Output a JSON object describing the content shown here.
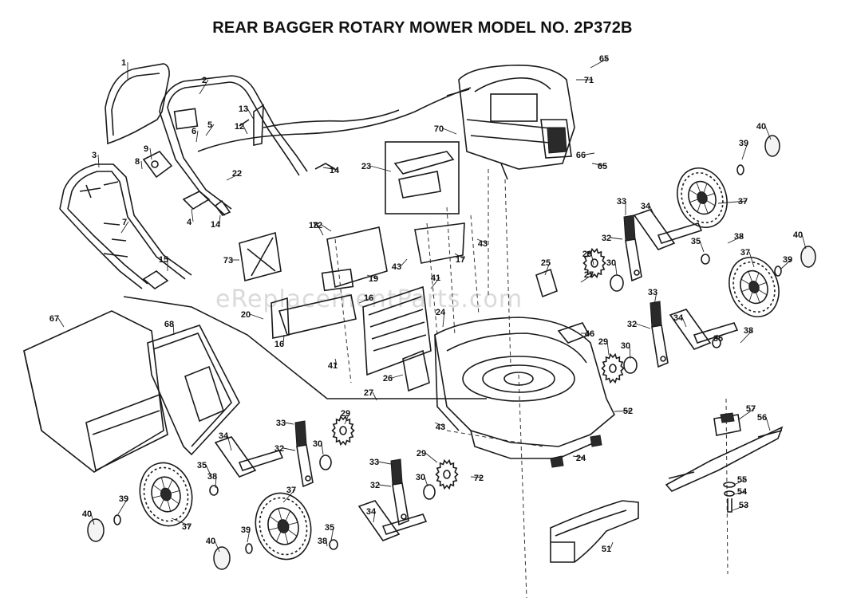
{
  "title": "REAR BAGGER ROTARY MOWER MODEL NO. 2P372B",
  "watermark": "eReplacementParts.com",
  "callouts": [
    "1",
    "2",
    "3",
    "4",
    "5",
    "6",
    "7",
    "8",
    "9",
    "12",
    "13",
    "14",
    "14",
    "15",
    "16",
    "16",
    "17",
    "18",
    "19",
    "20",
    "22",
    "23",
    "24",
    "24",
    "25",
    "26",
    "27",
    "27",
    "29",
    "29",
    "29",
    "29",
    "30",
    "30",
    "30",
    "30",
    "32",
    "32",
    "32",
    "32",
    "33",
    "33",
    "33",
    "33",
    "34",
    "34",
    "34",
    "34",
    "35",
    "35",
    "35",
    "35",
    "37",
    "37",
    "37",
    "37",
    "38",
    "38",
    "38",
    "38",
    "39",
    "39",
    "39",
    "39",
    "40",
    "40",
    "40",
    "40",
    "41",
    "41",
    "43",
    "43",
    "43",
    "46",
    "51",
    "52",
    "53",
    "54",
    "55",
    "56",
    "57",
    "65",
    "65",
    "66",
    "67",
    "68",
    "70",
    "71",
    "72",
    "72",
    "73"
  ]
}
